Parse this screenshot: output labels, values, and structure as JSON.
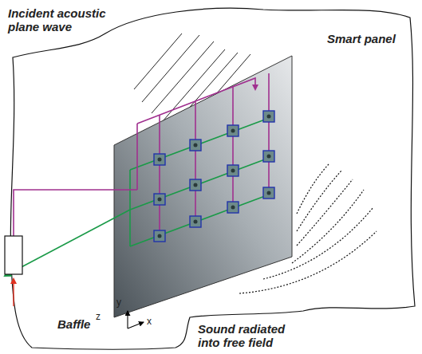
{
  "diagram": {
    "labels": [
      "Incident acoustic plane wave",
      "Smart panel",
      "Baffle",
      "z",
      "Sound radiated into free field",
      "y",
      "x"
    ]
  }
}
